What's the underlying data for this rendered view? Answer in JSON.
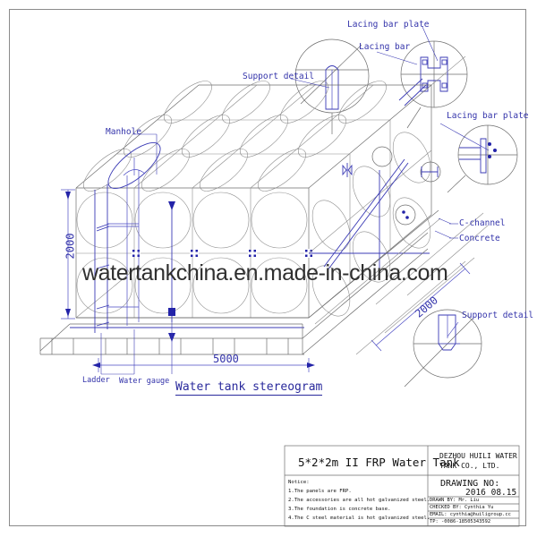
{
  "sheet": {
    "watermark": "watertankchina.en.made-in-china.com",
    "main_caption": "Water tank stereogram"
  },
  "callouts": {
    "support_detail_top": "Support detail",
    "lacing_bar": "Lacing bar",
    "lacing_bar_plate_top": "Lacing bar plate",
    "lacing_bar_plate_right": "Lacing bar plate",
    "manhole": "Manhole",
    "c_channel": "C-channel",
    "concrete": "Concrete",
    "support_detail_bottom": "Support detail",
    "ladder": "Ladder",
    "water_gauge": "Water gauge"
  },
  "dimensions": {
    "height": "2000",
    "length": "5000",
    "width": "2000"
  },
  "title_block": {
    "drawing_title": "5*2*2m II FRP Water Tank",
    "company_line1": "DEZHOU HUILI WATER",
    "company_line2": "TANK CO., LTD.",
    "drawing_no_label": "DRAWING NO:",
    "drawing_date": "2016 08.15",
    "notice_heading": "Notice:",
    "notes": [
      "1.The panels are FRP.",
      "2.The accessories are all hot galvanized steel.",
      "3.The foundation is concrete base.",
      "4.The C steel material is hot galvanized steel."
    ],
    "drawn_by": "DRAWN BY: Mr. Liu",
    "checked_by": "CHECKED BY: Cynthia Yu",
    "email": "EMAIL: cynthia@huiligroup.cc",
    "tp": "TP: -0086-18505343592"
  },
  "colors": {
    "ink_blue": "#3333aa",
    "ink_gray": "#6a6a6a",
    "frame": "#8a8a8a"
  }
}
